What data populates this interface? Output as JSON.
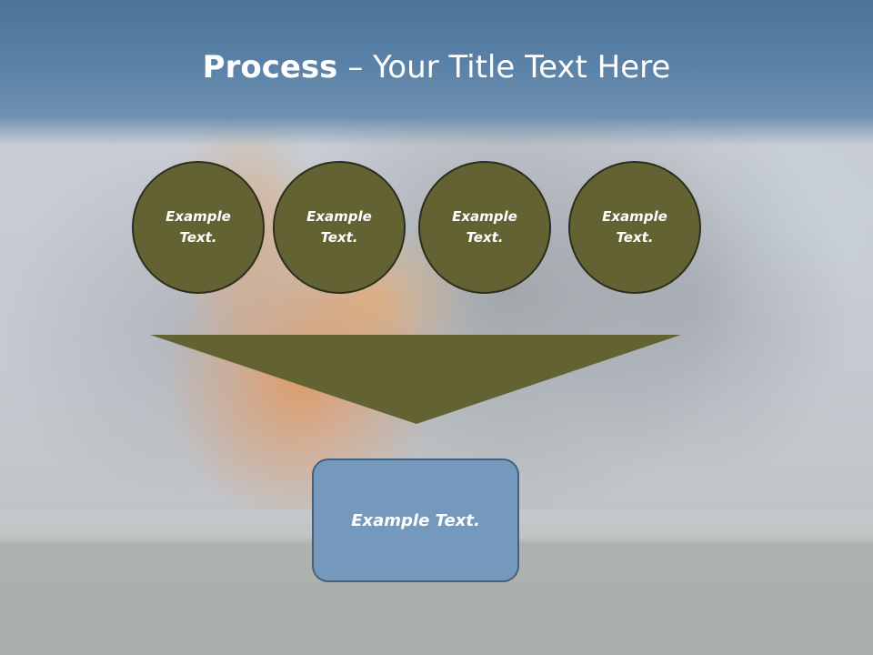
{
  "title": {
    "bold_part": "Process",
    "separator": " – ",
    "rest": "Your Title Text Here"
  },
  "process_items": [
    {
      "label": "Example Text."
    },
    {
      "label": "Example Text."
    },
    {
      "label": "Example Text."
    },
    {
      "label": "Example Text."
    }
  ],
  "result": {
    "label": "Example Text."
  },
  "colors": {
    "header": "#5a82a8",
    "circle_fill": "#636232",
    "funnel_fill": "#636232",
    "result_fill": "#7499bd",
    "text": "#ffffff"
  }
}
